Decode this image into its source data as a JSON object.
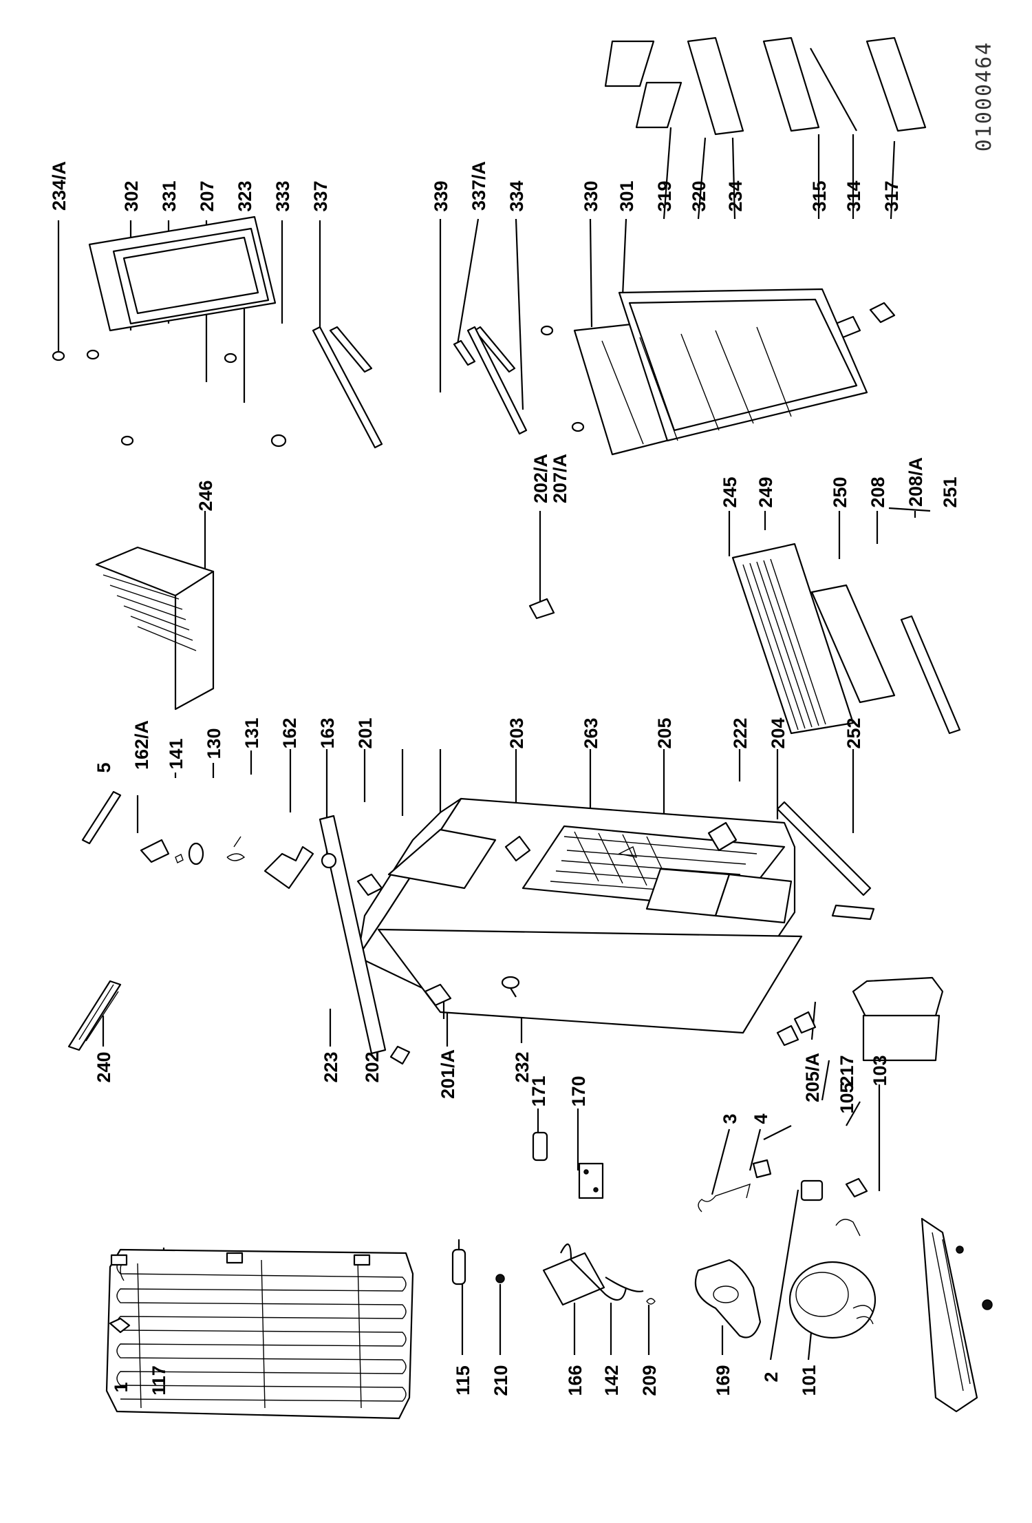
{
  "document_id": "01000464",
  "parts": [
    {
      "id": "p1",
      "label": "1"
    },
    {
      "id": "p117",
      "label": "117"
    },
    {
      "id": "p115",
      "label": "115"
    },
    {
      "id": "p210",
      "label": "210"
    },
    {
      "id": "p166",
      "label": "166"
    },
    {
      "id": "p142",
      "label": "142"
    },
    {
      "id": "p209",
      "label": "209"
    },
    {
      "id": "p169",
      "label": "169"
    },
    {
      "id": "p2",
      "label": "2"
    },
    {
      "id": "p101",
      "label": "101"
    },
    {
      "id": "p240",
      "label": "240"
    },
    {
      "id": "p223",
      "label": "223"
    },
    {
      "id": "p202",
      "label": "202"
    },
    {
      "id": "p201A",
      "label": "201/A"
    },
    {
      "id": "p232",
      "label": "232"
    },
    {
      "id": "p171",
      "label": "171"
    },
    {
      "id": "p170",
      "label": "170"
    },
    {
      "id": "p3",
      "label": "3"
    },
    {
      "id": "p4",
      "label": "4"
    },
    {
      "id": "p205A",
      "label": "205/A"
    },
    {
      "id": "p217",
      "label": "217"
    },
    {
      "id": "p105",
      "label": "105"
    },
    {
      "id": "p103",
      "label": "103"
    },
    {
      "id": "p5",
      "label": "5"
    },
    {
      "id": "p162A",
      "label": "162/A"
    },
    {
      "id": "p141",
      "label": "141"
    },
    {
      "id": "p130",
      "label": "130"
    },
    {
      "id": "p131",
      "label": "131"
    },
    {
      "id": "p162",
      "label": "162"
    },
    {
      "id": "p163",
      "label": "163"
    },
    {
      "id": "p201",
      "label": "201"
    },
    {
      "id": "p203",
      "label": "203"
    },
    {
      "id": "p263",
      "label": "263"
    },
    {
      "id": "p205",
      "label": "205"
    },
    {
      "id": "p222",
      "label": "222"
    },
    {
      "id": "p204",
      "label": "204"
    },
    {
      "id": "p252",
      "label": "252"
    },
    {
      "id": "p246",
      "label": "246"
    },
    {
      "id": "p202A",
      "label": "202/A"
    },
    {
      "id": "p207A",
      "label": "207/A"
    },
    {
      "id": "p245",
      "label": "245"
    },
    {
      "id": "p249",
      "label": "249"
    },
    {
      "id": "p250",
      "label": "250"
    },
    {
      "id": "p208",
      "label": "208"
    },
    {
      "id": "p208A",
      "label": "208/A"
    },
    {
      "id": "p251",
      "label": "251"
    },
    {
      "id": "p234A",
      "label": "234/A"
    },
    {
      "id": "p302",
      "label": "302"
    },
    {
      "id": "p331",
      "label": "331"
    },
    {
      "id": "p207",
      "label": "207"
    },
    {
      "id": "p323",
      "label": "323"
    },
    {
      "id": "p333",
      "label": "333"
    },
    {
      "id": "p337",
      "label": "337"
    },
    {
      "id": "p339",
      "label": "339"
    },
    {
      "id": "p337A",
      "label": "337/A"
    },
    {
      "id": "p334",
      "label": "334"
    },
    {
      "id": "p330",
      "label": "330"
    },
    {
      "id": "p301",
      "label": "301"
    },
    {
      "id": "p319",
      "label": "319"
    },
    {
      "id": "p320",
      "label": "320"
    },
    {
      "id": "p234",
      "label": "234"
    },
    {
      "id": "p315",
      "label": "315"
    },
    {
      "id": "p314",
      "label": "314"
    },
    {
      "id": "p317",
      "label": "317"
    }
  ]
}
